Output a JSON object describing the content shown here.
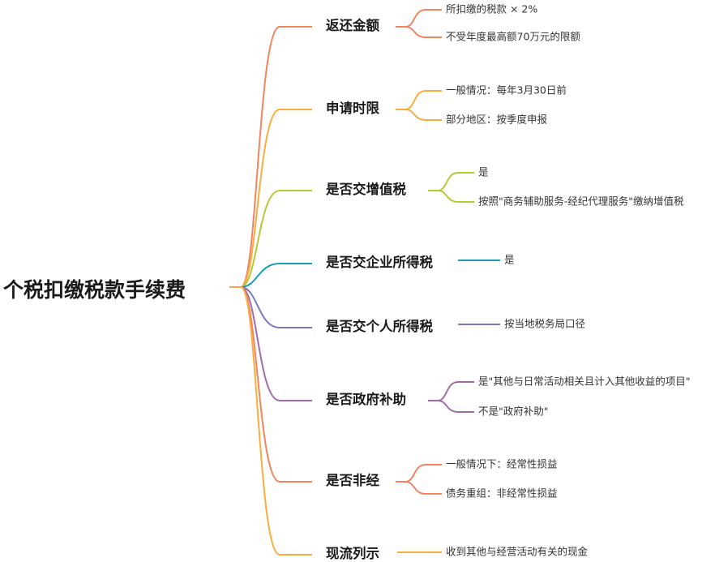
{
  "root": {
    "label": "个税扣缴税款手续费",
    "color": "#f5a25d"
  },
  "branches": [
    {
      "label": "返还金额",
      "color": "#f4845f",
      "children": [
        "所扣缴的税款 × 2%",
        "不受年度最高额70万元的限额"
      ]
    },
    {
      "label": "申请时限",
      "color": "#f9ad3d",
      "children": [
        "一般情况：每年3月30日前",
        "部分地区：按季度申报"
      ]
    },
    {
      "label": "是否交增值税",
      "color": "#b5c935",
      "children": [
        "是",
        "按照\"商务辅助服务-经纪代理服务\"缴纳增值税"
      ]
    },
    {
      "label": "是否交企业所得税",
      "color": "#1a9bb8",
      "children": [
        "是"
      ]
    },
    {
      "label": "是否交个人所得税",
      "color": "#7b78bd",
      "children": [
        "按当地税务局口径"
      ]
    },
    {
      "label": "是否政府补助",
      "color": "#a46aab",
      "children": [
        "是\"其他与日常活动相关且计入其他收益的项目\"",
        "不是\"政府补助\""
      ]
    },
    {
      "label": "是否非经",
      "color": "#f4845f",
      "children": [
        "一般情况下：经常性损益",
        "债务重组：非经常性损益"
      ]
    },
    {
      "label": "现流列示",
      "color": "#f9ad3d",
      "children": [
        "收到其他与经营活动有关的现金"
      ]
    }
  ]
}
